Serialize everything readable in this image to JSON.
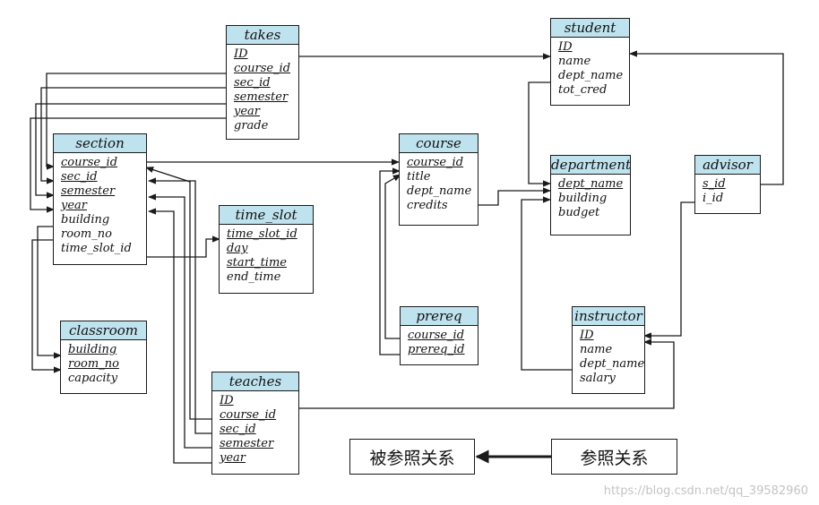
{
  "tables": {
    "takes": {
      "title": "takes",
      "attrs": [
        {
          "name": "ID",
          "pk": true
        },
        {
          "name": "course_id",
          "pk": true
        },
        {
          "name": "sec_id",
          "pk": true
        },
        {
          "name": "semester",
          "pk": true
        },
        {
          "name": "year",
          "pk": true
        },
        {
          "name": "grade",
          "pk": false
        }
      ]
    },
    "student": {
      "title": "student",
      "attrs": [
        {
          "name": "ID",
          "pk": true
        },
        {
          "name": "name",
          "pk": false
        },
        {
          "name": "dept_name",
          "pk": false
        },
        {
          "name": "tot_cred",
          "pk": false
        }
      ]
    },
    "section": {
      "title": "section",
      "attrs": [
        {
          "name": "course_id",
          "pk": true
        },
        {
          "name": "sec_id",
          "pk": true
        },
        {
          "name": "semester",
          "pk": true
        },
        {
          "name": "year",
          "pk": true
        },
        {
          "name": "building",
          "pk": false
        },
        {
          "name": "room_no",
          "pk": false
        },
        {
          "name": "time_slot_id",
          "pk": false
        }
      ]
    },
    "course": {
      "title": "course",
      "attrs": [
        {
          "name": "course_id",
          "pk": true
        },
        {
          "name": "title",
          "pk": false
        },
        {
          "name": "dept_name",
          "pk": false
        },
        {
          "name": "credits",
          "pk": false
        }
      ]
    },
    "department": {
      "title": "department",
      "attrs": [
        {
          "name": "dept_name",
          "pk": true
        },
        {
          "name": "building",
          "pk": false
        },
        {
          "name": "budget",
          "pk": false
        }
      ]
    },
    "advisor": {
      "title": "advisor",
      "attrs": [
        {
          "name": "s_id",
          "pk": true
        },
        {
          "name": "i_id",
          "pk": false
        }
      ]
    },
    "time_slot": {
      "title": "time_slot",
      "attrs": [
        {
          "name": "time_slot_id",
          "pk": true
        },
        {
          "name": "day",
          "pk": true
        },
        {
          "name": "start_time",
          "pk": true
        },
        {
          "name": "end_time",
          "pk": false
        }
      ]
    },
    "prereq": {
      "title": "prereq",
      "attrs": [
        {
          "name": "course_id",
          "pk": true
        },
        {
          "name": "prereq_id",
          "pk": true
        }
      ]
    },
    "instructor": {
      "title": "instructor",
      "attrs": [
        {
          "name": "ID",
          "pk": true
        },
        {
          "name": "name",
          "pk": false
        },
        {
          "name": "dept_name",
          "pk": false
        },
        {
          "name": "salary",
          "pk": false
        }
      ]
    },
    "classroom": {
      "title": "classroom",
      "attrs": [
        {
          "name": "building",
          "pk": true
        },
        {
          "name": "room_no",
          "pk": true
        },
        {
          "name": "capacity",
          "pk": false
        }
      ]
    },
    "teaches": {
      "title": "teaches",
      "attrs": [
        {
          "name": "ID",
          "pk": true
        },
        {
          "name": "course_id",
          "pk": true
        },
        {
          "name": "sec_id",
          "pk": true
        },
        {
          "name": "semester",
          "pk": true
        },
        {
          "name": "year",
          "pk": true
        }
      ]
    }
  },
  "legend": {
    "referenced": "被参照关系",
    "referencing": "参照关系"
  },
  "watermark": "https://blog.csdn.net/qq_39582960",
  "colors": {
    "header_fill": "#bfe3ee",
    "line": "#1a1a1a",
    "watermark": "#c4c4c4"
  }
}
